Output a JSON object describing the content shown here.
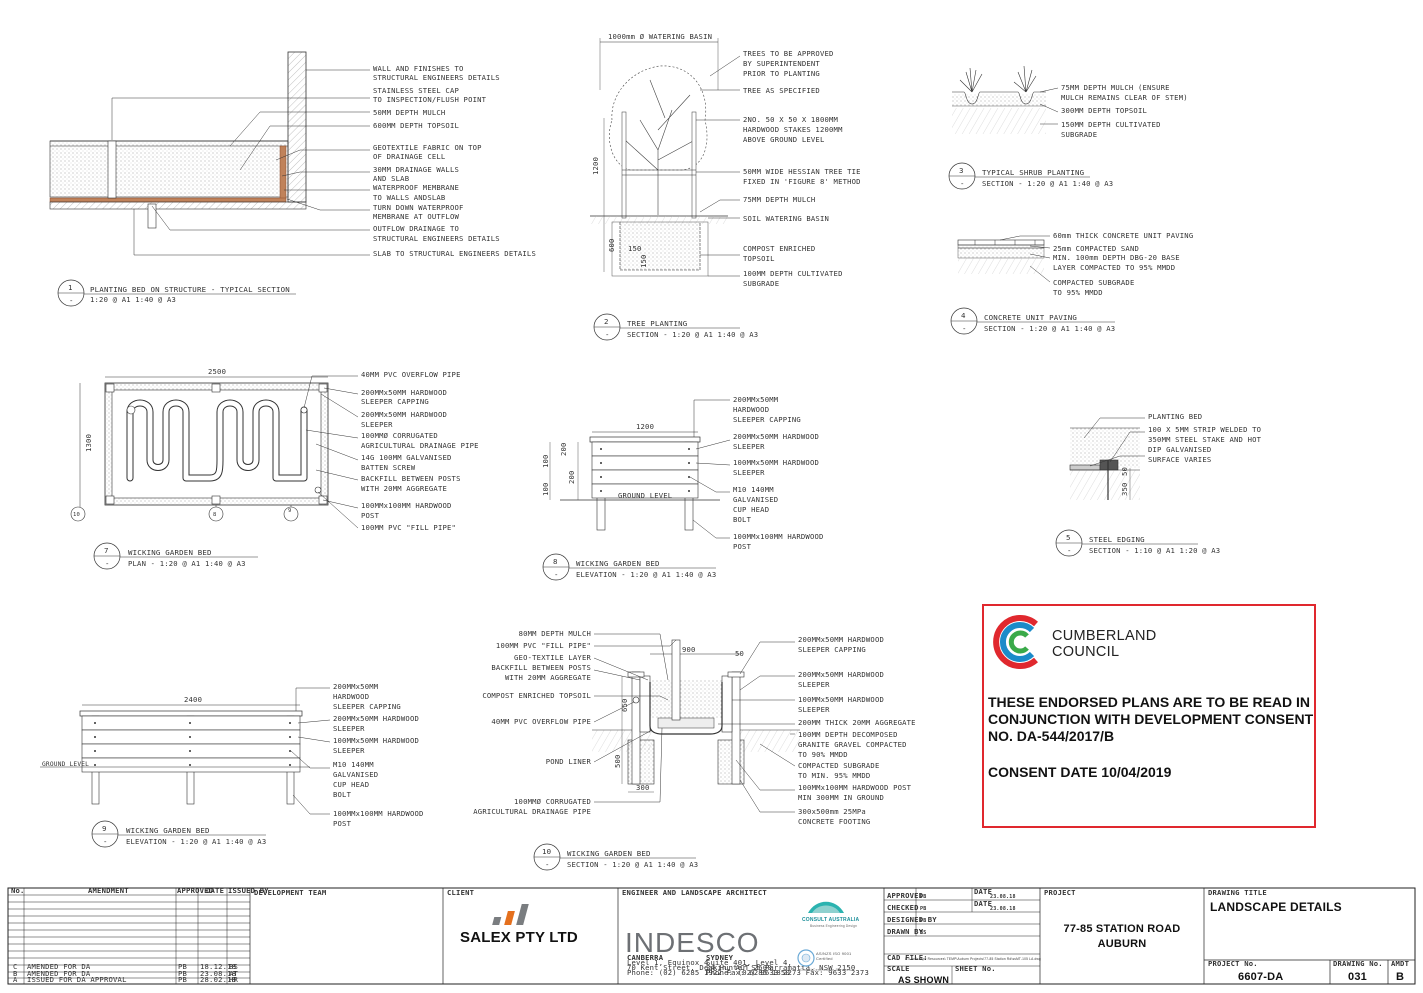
{
  "details": {
    "d1": {
      "num": "1",
      "title": "PLANTING BED ON STRUCTURE - TYPICAL SECTION",
      "scale": "1:20 @ A1 1:40 @ A3"
    },
    "d2": {
      "num": "2",
      "title": "TREE PLANTING",
      "scale": "SECTION - 1:20 @ A1 1:40 @ A3"
    },
    "d3": {
      "num": "3",
      "title": "TYPICAL SHRUB PLANTING",
      "scale": "SECTION - 1:20 @ A1 1:40 @ A3"
    },
    "d4": {
      "num": "4",
      "title": "CONCRETE UNIT PAVING",
      "scale": "SECTION - 1:20 @ A1  1:40 @ A3"
    },
    "d5": {
      "num": "5",
      "title": "STEEL EDGING",
      "scale": "SECTION - 1:10 @ A1 1:20 @ A3"
    },
    "d7": {
      "num": "7",
      "title": "WICKING GARDEN BED",
      "scale": "PLAN - 1:20 @ A1 1:40 @ A3"
    },
    "d8": {
      "num": "8",
      "title": "WICKING GARDEN BED",
      "scale": "ELEVATION - 1:20 @ A1 1:40 @ A3"
    },
    "d9": {
      "num": "9",
      "title": "WICKING GARDEN BED",
      "scale": "ELEVATION - 1:20 @ A1 1:40 @ A3"
    },
    "d10": {
      "num": "10",
      "title": "WICKING GARDEN BED",
      "scale": "SECTION - 1:20 @ A1 1:40 @ A3"
    },
    "dash": "-"
  },
  "notes": {
    "d1": [
      "WALL AND FINISHES TO",
      "STRUCTURAL ENGINEERS DETAILS",
      "STAINLESS STEEL CAP",
      "TO INSPECTION/FLUSH POINT",
      "50MM DEPTH MULCH",
      "600MM DEPTH TOPSOIL",
      "GEOTEXTILE FABRIC ON TOP",
      "OF DRAINAGE CELL",
      "30MM DRAINAGE WALLS",
      "AND SLAB",
      "WATERPROOF MEMBRANE",
      "TO WALLS ANDSLAB",
      "TURN DOWN WATERPROOF",
      "MEMBRANE AT OUTFLOW",
      "OUTFLOW DRAINAGE TO",
      "STRUCTURAL ENGINEERS DETAILS",
      "SLAB TO STRUCTURAL ENGINEERS DETAILS"
    ],
    "d2_top": "1000mm Ø WATERING BASIN",
    "d2": [
      "TREES TO BE APPROVED",
      "BY SUPERINTENDENT",
      "PRIOR TO PLANTING",
      "TREE AS SPECIFIED",
      "2NO. 50 X 50 X 1800MM",
      "HARDWOOD STAKES 1200MM",
      "ABOVE GROUND LEVEL",
      "50MM WIDE HESSIAN TREE TIE",
      "FIXED IN 'FIGURE 8' METHOD",
      "75MM DEPTH MULCH",
      "SOIL WATERING BASIN",
      "COMPOST ENRICHED",
      "TOPSOIL",
      "100MM DEPTH CULTIVATED",
      "SUBGRADE"
    ],
    "d2_dims": [
      "1200",
      "600",
      "150",
      "150"
    ],
    "d3": [
      "75MM DEPTH MULCH (ENSURE",
      "MULCH REMAINS CLEAR OF STEM)",
      "300MM DEPTH TOPSOIL",
      "150MM DEPTH CULTIVATED",
      "SUBGRADE"
    ],
    "d4": [
      "60mm THICK CONCRETE UNIT PAVING",
      "25mm COMPACTED SAND",
      "MIN.  100mm DEPTH DBG-20 BASE",
      "LAYER COMPACTED TO 95% MMDD",
      "COMPACTED SUBGRADE",
      "TO 95% MMDD"
    ],
    "d5": [
      "PLANTING BED",
      "100 X 5MM STRIP WELDED TO",
      "350MM STEEL STAKE AND HOT",
      "DIP GALVANISED",
      "SURFACE VARIES"
    ],
    "d5_dims": [
      "50",
      "350"
    ],
    "d7": [
      "40MM PVC OVERFLOW PIPE",
      "200MMx50MM HARDWOOD",
      "SLEEPER CAPPING",
      "200MMx50MM HARDWOOD",
      "SLEEPER",
      "100MMØ CORRUGATED",
      "AGRICULTURAL DRAINAGE PIPE",
      "14G 100MM GALVANISED",
      "BATTEN SCREW",
      "BACKFILL BETWEEN POSTS",
      "WITH 20MM AGGREGATE",
      "100MMx100MM HARDWOOD",
      "POST",
      "100MM PVC \"FILL PIPE\""
    ],
    "d7_dims": [
      "2500",
      "1300"
    ],
    "d7_refs": [
      "10",
      "8",
      "9"
    ],
    "d8": [
      "200MMx50MM",
      "HARDWOOD",
      "SLEEPER CAPPING",
      "200MMx50MM HARDWOOD",
      "SLEEPER",
      "100MMx50MM HARDWOOD",
      "SLEEPER",
      "M10 140MM",
      "GALVANISED",
      "CUP HEAD",
      "BOLT",
      "100MMx100MM HARDWOOD",
      "POST"
    ],
    "d8_dims": [
      "1200",
      "100",
      "200",
      "200",
      "100"
    ],
    "d8_ground": "GROUND LEVEL",
    "d9": [
      "200MMx50MM",
      "HARDWOOD",
      "SLEEPER CAPPING",
      "200MMx50MM HARDWOOD",
      "SLEEPER",
      "100MMx50MM HARDWOOD",
      "SLEEPER",
      "M10 140MM",
      "GALVANISED",
      "CUP HEAD",
      "BOLT",
      "100MMx100MM HARDWOOD",
      "POST"
    ],
    "d9_dims": [
      "2400"
    ],
    "d9_ground": "GROUND LEVEL",
    "d10_left": [
      "80MM DEPTH MULCH",
      "100MM PVC \"FILL PIPE\"",
      "GEO-TEXTILE LAYER",
      "BACKFILL BETWEEN POSTS",
      "WITH 20MM AGGREGATE",
      "COMPOST ENRICHED TOPSOIL",
      "40MM PVC OVERFLOW PIPE",
      "POND LINER",
      "100MMØ CORRUGATED",
      "AGRICULTURAL DRAINAGE PIPE"
    ],
    "d10_right": [
      "200MMx50MM HARDWOOD",
      "SLEEPER CAPPING",
      "200MMx50MM HARDWOOD",
      "SLEEPER",
      "100MMx50MM HARDWOOD",
      "SLEEPER",
      "200MM THICK 20MM AGGREGATE",
      "100MM DEPTH DECOMPOSED",
      "GRANITE GRAVEL COMPACTED",
      "TO 90% MMDD",
      "COMPACTED SUBGRADE",
      "TO MIN. 95% MMDD",
      "100MMx100MM HARDWOOD POST",
      "MIN 300MM IN GROUND",
      "300x500mm 25MPa",
      "CONCRETE FOOTING"
    ],
    "d10_dims": [
      "900",
      "50",
      "650",
      "500",
      "300"
    ]
  },
  "stamp": {
    "brand_line1": "CUMBERLAND",
    "brand_line2": "COUNCIL",
    "text": "THESE ENDORSED PLANS ARE TO BE READ IN CONJUNCTION WITH DEVELOPMENT CONSENT NO. DA-544/2017/B",
    "date": "CONSENT DATE 10/04/2019",
    "colors": {
      "border": "#e0282e",
      "ring_red": "#e0282e",
      "ring_blue": "#1b8bc9",
      "ring_green": "#3aaa4a"
    }
  },
  "titleblock": {
    "headers": {
      "no": "No.",
      "amendment": "AMENDMENT",
      "approved": "APPROVED",
      "date": "DATE",
      "issued_by": "ISSUED BY",
      "dev_team": "DEVELOPMENT TEAM",
      "client": "CLIENT",
      "engineer": "ENGINEER AND LANDSCAPE ARCHITECT",
      "project": "PROJECT",
      "drawing_title": "DRAWING TITLE"
    },
    "amendments": [
      {
        "no": "C",
        "text": "AMENDED FOR DA",
        "by": "PB",
        "date": "18.12.18",
        "issued": "BS"
      },
      {
        "no": "B",
        "text": "AMENDED FOR DA",
        "by": "PB",
        "date": "23.08.18",
        "issued": "AT"
      },
      {
        "no": "A",
        "text": "ISSUED FOR DA APPROVAL",
        "by": "PB",
        "date": "28.02.18",
        "issued": "HR"
      }
    ],
    "client": "SALEX PTY LTD",
    "engineer_logo": "INDESCO",
    "consult_logo": "CONSULT AUSTRALIA",
    "consult_sub": "Business Engineering Design",
    "iso_logo": "AS/NZS ISO 9001",
    "iso_sub": "Certified",
    "iso_sub2": "Global Certification Services",
    "offices": [
      {
        "city": "CANBERRA",
        "l1": "Level 1, Equinox 4",
        "l2": "70 Kent Street, Deakin, ACT 2600",
        "l3": "Phone: (02) 6285 1922  Fax: 6285 1850"
      },
      {
        "city": "SYDNEY",
        "l1": "Suite 401, Level 4,",
        "l2": "24 Hunter St Parramatta, NSW 2150",
        "l3": "Phone: (02) 9633 2273  Fax: 9633 2373"
      }
    ],
    "approvals": [
      {
        "label": "APPROVED",
        "by": "PB",
        "date_label": "DATE",
        "date": "23.08.18"
      },
      {
        "label": "CHECKED",
        "by": "PB",
        "date_label": "DATE",
        "date": "23.08.18"
      },
      {
        "label": "DESIGNED BY",
        "by": "PB"
      },
      {
        "label": "DRAWN BY",
        "by": "BS"
      }
    ],
    "cad_label": "CAD FILE:",
    "cad_file": "L:\\Landscape Resources\\ TEMP\\Auburn Projects\\77-85 Station Rd\\ssMT-105 LA.dwg",
    "scale_label": "SCALE",
    "scale": "AS SHOWN",
    "sheet_label": "SHEET No.",
    "project_l1": "77-85 STATION ROAD",
    "project_l2": "AUBURN",
    "drawing_title": "LANDSCAPE DETAILS",
    "project_no_label": "PROJECT No.",
    "project_no": "6607-DA",
    "drawing_no_label": "DRAWING No.",
    "drawing_no": "031",
    "amdt_label": "AMDT",
    "amdt": "B"
  }
}
